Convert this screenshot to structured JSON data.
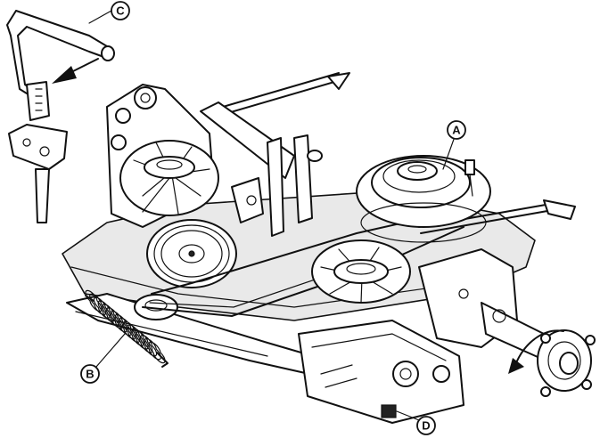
{
  "callouts": {
    "A": "A",
    "B": "B",
    "C": "C",
    "D": "D"
  },
  "colors": {
    "line": "#111111",
    "background": "#ffffff"
  }
}
